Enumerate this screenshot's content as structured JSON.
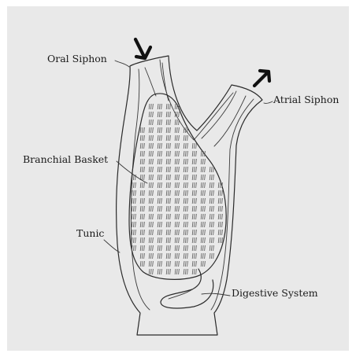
{
  "labels": {
    "oral_siphon": "Oral Siphon",
    "atrial_siphon": "Atrial Siphon",
    "branchial_basket": "Branchial Basket",
    "tunic": "Tunic",
    "digestive_system": "Digestive System"
  },
  "colors": {
    "background": "#e9e9e9",
    "body_fill": "#f2f2f0",
    "ink": "#2a2a2a"
  }
}
